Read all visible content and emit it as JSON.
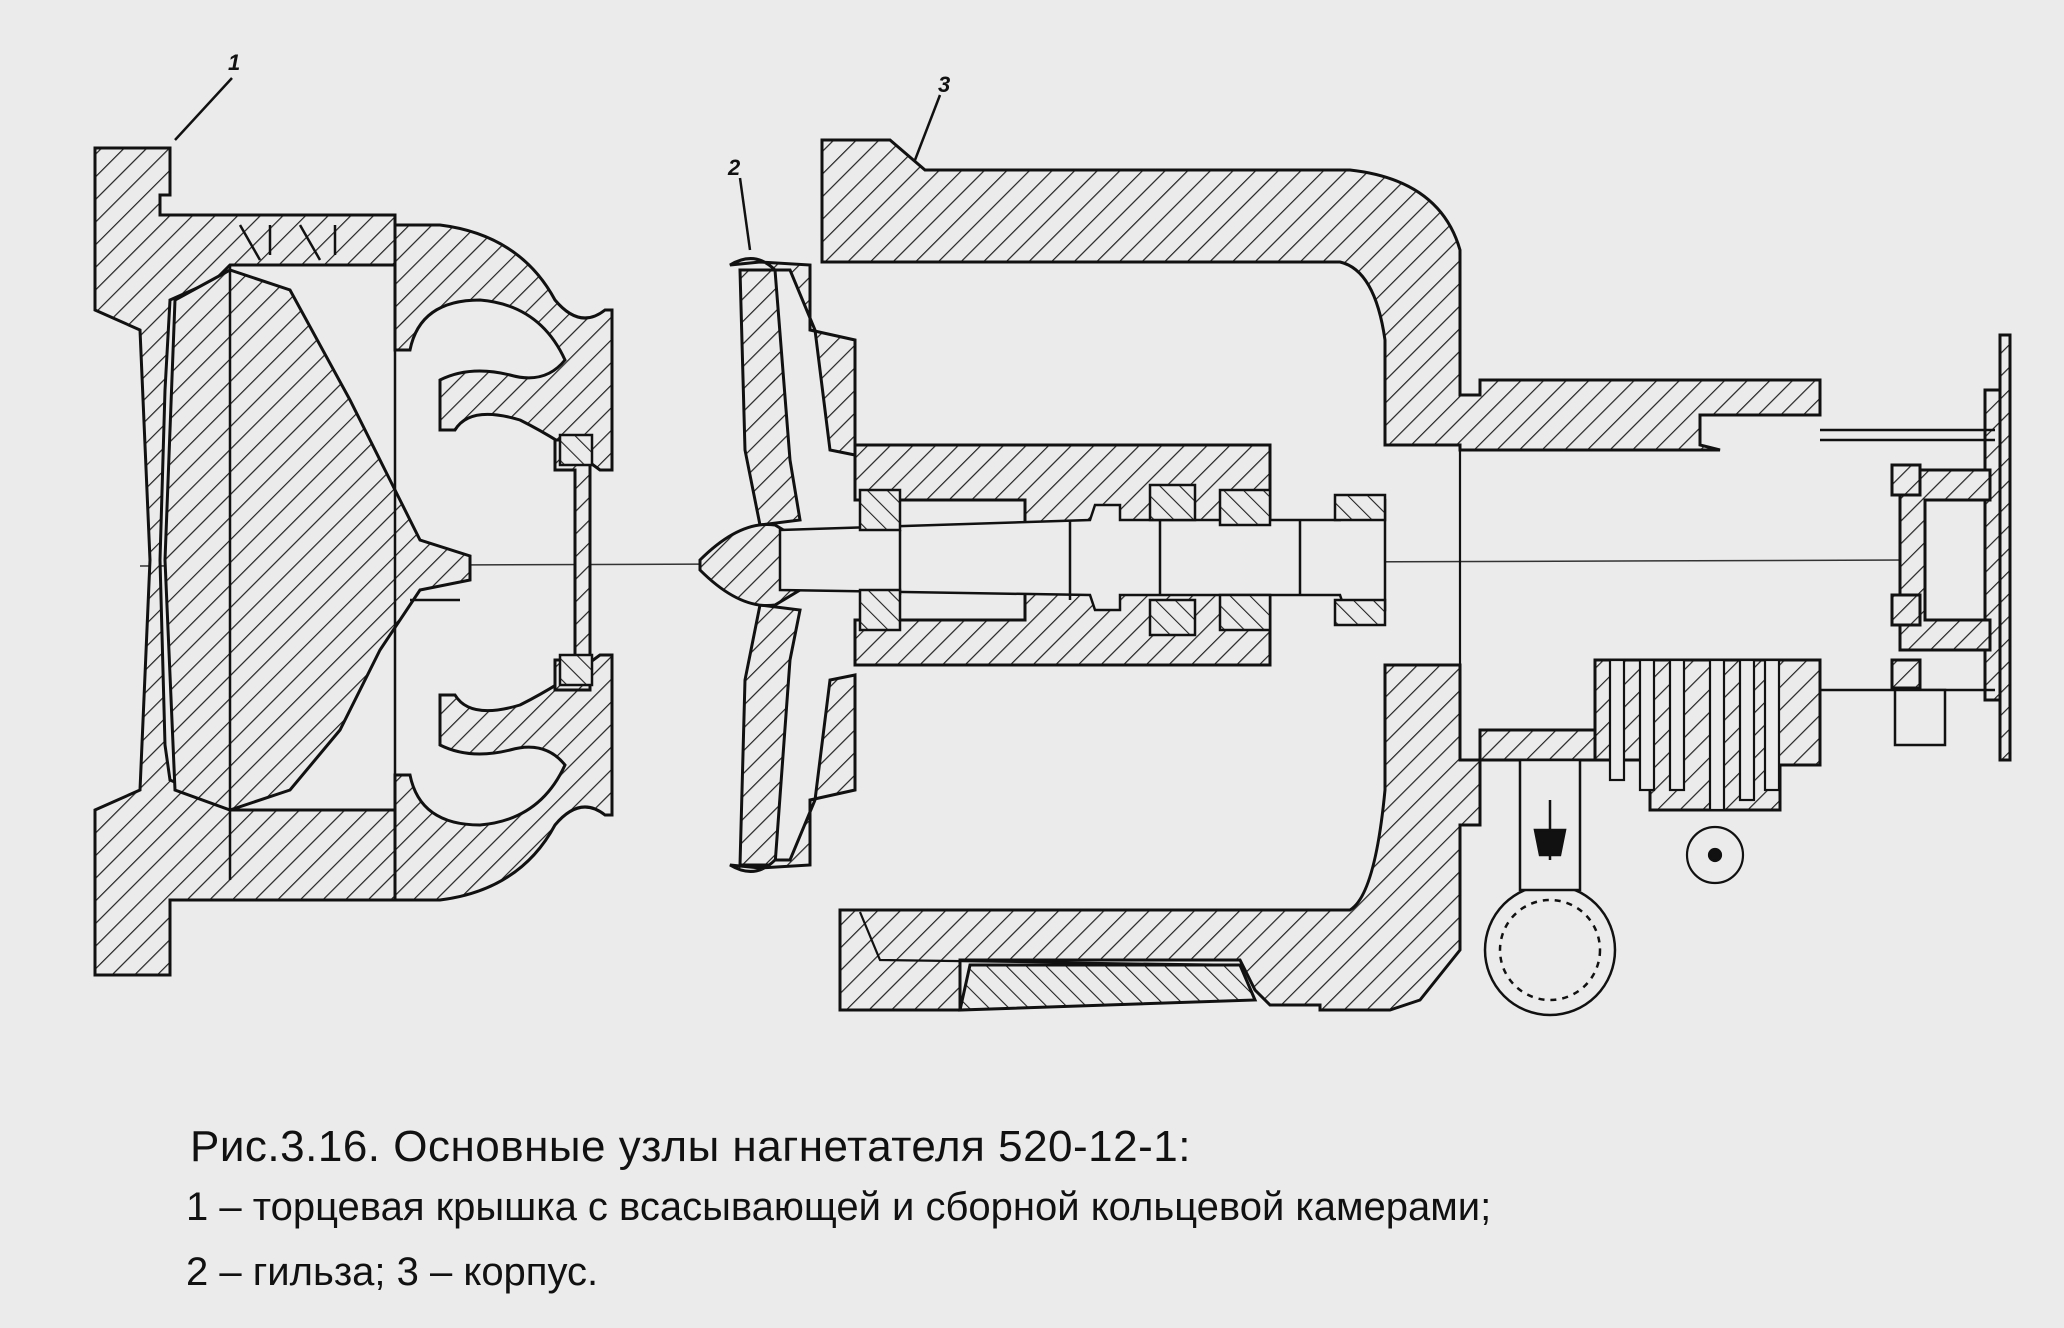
{
  "figure": {
    "title": "Рис.3.16.  Основные узлы нагнетателя 520-12-1:",
    "legend_line_1": "1 – торцевая крышка с всасывающей и сборной кольцевой камерами;",
    "legend_line_2": "2 – гильза;  3 – корпус."
  },
  "callouts": [
    {
      "id": "1"
    },
    {
      "id": "2"
    },
    {
      "id": "3"
    }
  ],
  "colors": {
    "background": "#ebebeb",
    "ink": "#111111"
  }
}
